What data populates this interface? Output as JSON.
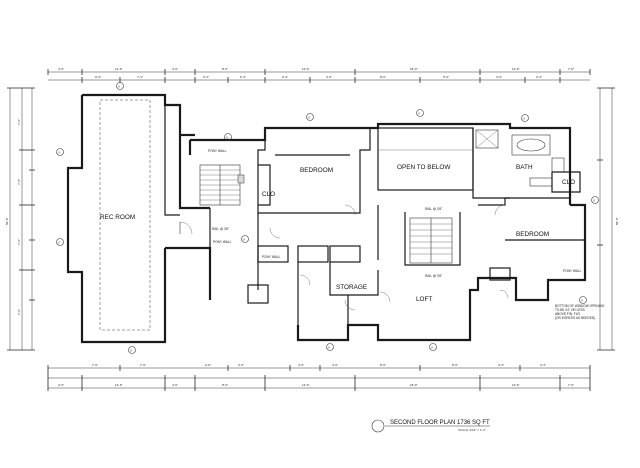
{
  "title": {
    "text": "SECOND FLOOR PLAN  1736 SQ FT",
    "scale": "SCALE: 3/16\" = 1'-0\""
  },
  "rooms": {
    "rec_room": "REC ROOM",
    "bedroom_1": "BEDROOM",
    "clo_1": "CLO",
    "open_to_below": "OPEN TO BELOW",
    "bath": "BATH",
    "clo_2": "CLO",
    "bedroom_2": "BEDROOM",
    "storage": "STORAGE",
    "loft": "LOFT"
  },
  "notes": {
    "rail_1": "RAIL @ 3'6\"",
    "rail_2": "RAIL @ 3'6\"",
    "rail_3": "RAIL @ 3'6\"",
    "pony_wall_1": "PONY WALL",
    "pony_wall_2": "PONY WALL",
    "pony_wall_3": "PONY WALL",
    "pony_wall_4": "PONY WALL",
    "window_note_1": "BOTTOM OF WINDOW OPENING",
    "window_note_2": "TO BE 24\" OR LESS",
    "window_note_3": "ABOVE FIN. FLR.",
    "window_note_4": "(OR EGRESS AS NEEDED)"
  },
  "dimensions": {
    "top_outer": [
      "4'-6\"",
      "14'-6\"",
      "4'-6\"",
      "8'-6\"",
      "12'-6\"",
      "18'-0\"",
      "12'-6\"",
      "7'-6\""
    ],
    "top_inner": [
      "9'-3\"",
      "7'-3\"",
      "3'-3\"",
      "6'-3\"",
      "6'-3\"",
      "4'-6\"",
      "8'-0\"",
      "5'-0\"",
      "4'-6\"",
      "3'-3\""
    ],
    "bottom_inner": [
      "7'-6\"",
      "7'-6\"",
      "2'-6\"",
      "3'-6\"",
      "4'-6\"",
      "4'-6\"",
      "8'-0\"",
      "8'-0\"",
      "3'-3\"",
      "3'-3\""
    ],
    "bottom_outer": [
      "4'-6\"",
      "14'-6\"",
      "4'-6\"",
      "8'-6\"",
      "12'-6\"",
      "18'-0\"",
      "12'-6\"",
      "7'-6\""
    ],
    "left_outer": "58'-0\"",
    "left_inner": [
      "7'-6\"",
      "7'-6\"",
      "7'-6\"",
      "7'-6\""
    ],
    "right_outer": "58'-0\""
  }
}
